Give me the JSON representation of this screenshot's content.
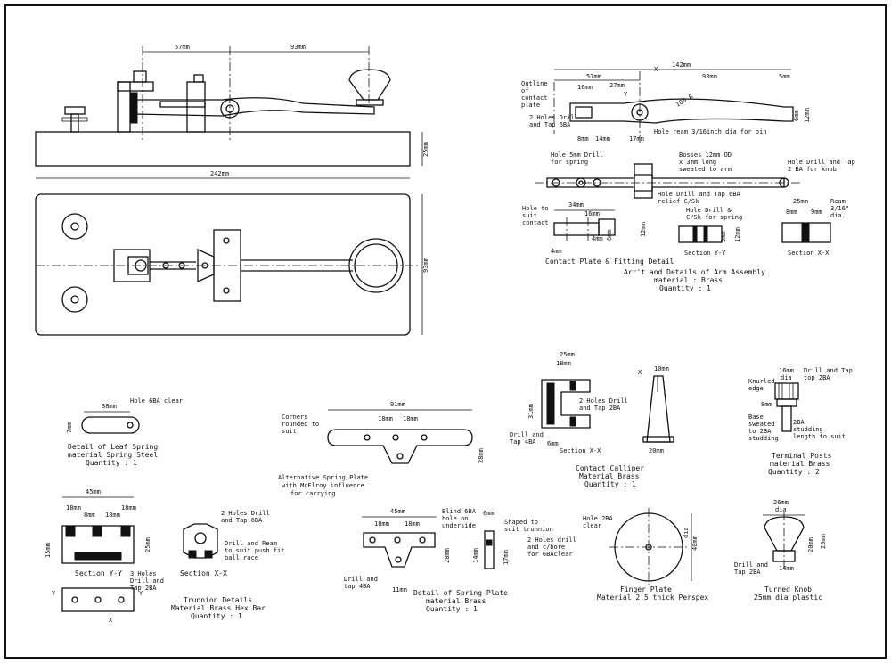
{
  "key_side_view": {
    "dim_left": "57mm",
    "dim_right": "93mm",
    "dim_height": "25mm"
  },
  "key_plan_view": {
    "dim_length": "242mm",
    "dim_width": "93mm"
  },
  "arm_assembly": {
    "dim_total": "142mm",
    "dim_a": "57mm",
    "dim_b": "93mm",
    "dim_c": "16mm",
    "dim_d": "27mm",
    "dim_e": "8mm",
    "dim_f": "14mm",
    "dim_g": "17mm",
    "dim_h": "5mm",
    "dim_i": "6mm",
    "dim_j": "12mm",
    "radius": "100 R",
    "outline_note": "Outline of contact plate",
    "holes_note": "2 Holes Drill and Tap 6BA",
    "ream_note": "Hole ream 3/16inch dia for pin",
    "spring_hole_note": "Hole 5mm Drill for spring",
    "bosses_note": "Bosses 12mm OD x 3mm long sweated to arm",
    "knob_hole_note": "Hole Drill and Tap 2 BA for knob",
    "relief_note": "Hole Drill and Tap 6BA relief C/Sk",
    "contact_hole_note": "Hole to suit contact",
    "dim_k": "34mm",
    "dim_l": "16mm",
    "dim_m": "4mm",
    "dim_n": "4mm",
    "dim_o": "6mm",
    "dim_p": "12mm",
    "drill_spring_note": "Hole Drill & C/Sk for spring",
    "dim_q": "3mm",
    "dim_r": "12mm",
    "dim_s": "25mm",
    "dim_t": "8mm",
    "dim_u": "9mm",
    "ream_dia": "Ream 3/16\" dia",
    "section_yy": "Section Y-Y",
    "section_xx": "Section X-X",
    "caption_contact": "Contact Plate & Fitting Detail",
    "caption_line1": "Arr't and Details of Arm Assembly",
    "caption_line2": "material : Brass",
    "caption_line3": "Quantity : 1",
    "x_mark": "X",
    "y_mark": "Y"
  },
  "leaf_spring": {
    "dim_len": "38mm",
    "dim_w": "7mm",
    "hole_note": "Hole 6BA clear",
    "caption_line1": "Detail of Leaf Spring",
    "caption_line2": "material Spring Steel",
    "caption_line3": "Quantity : 1"
  },
  "alt_spring_plate": {
    "dim_total": "91mm",
    "dim_a": "18mm",
    "dim_b": "18mm",
    "dim_h": "28mm",
    "corners_note": "Corners rounded to suit",
    "caption_line1": "Alternative Spring Plate",
    "caption_line2": "with McElroy influence",
    "caption_line3": "for carrying"
  },
  "contact_calliper": {
    "dim_a": "25mm",
    "dim_b": "18mm",
    "dim_h": "31mm",
    "dim_c": "6mm",
    "dim_d": "10mm",
    "dim_e": "20mm",
    "holes_note": "2 Holes Drill and Tap 2BA",
    "drill_note": "Drill and Tap 4BA",
    "section_xx": "Section X-X",
    "x_mark": "X",
    "caption_line1": "Contact Calliper",
    "caption_line2": "Material Brass",
    "caption_line3": "Quantity : 1"
  },
  "terminal_posts": {
    "dim_a": "16mm",
    "dim_dia": "dia",
    "dim_b": "8mm",
    "knurled_note": "Knurled edge",
    "drill_note": "Drill and Tap top 2BA",
    "base_note": "Base sweated to 2BA studding",
    "stud_note": "2BA studding length to suit",
    "caption_line1": "Terminal Posts",
    "caption_line2": "material Brass",
    "caption_line3": "Quantity : 2"
  },
  "trunnion": {
    "dim_total": "45mm",
    "dim_a": "18mm",
    "dim_b": "8mm",
    "dim_c": "18mm",
    "dim_d": "18mm",
    "dim_h": "15mm",
    "dim_side": "25mm",
    "section_yy": "Section Y-Y",
    "section_xx": "Section X-X",
    "holes_note": "2 Holes Drill and Tap 6BA",
    "ream_note": "Drill and Ream to suit push fit ball race",
    "drill_note": "3 Holes Drill and Tap 2BA",
    "caption_line1": "Trunnion Details",
    "caption_line2": "Material Brass Hex Bar",
    "caption_line3": "Quantity : 1",
    "x_mark": "X",
    "y_mark": "Y"
  },
  "spring_plate": {
    "dim_total": "45mm",
    "dim_a": "18mm",
    "dim_b": "18mm",
    "dim_h": "28mm",
    "dim_bottom": "11mm",
    "dim_side": "6mm",
    "dim_c": "14mm",
    "dim_d": "17mm",
    "blind_note": "Blind 6BA hole on underside",
    "shaped_note": "Shaped to suit trunnion",
    "holes_note": "2 Holes drill and c/bore for 6BAclear",
    "drill_note": "Drill and tap 4BA",
    "caption_line1": "Detail of Spring-Plate",
    "caption_line2": "material Brass",
    "caption_line3": "Quantity : 1"
  },
  "finger_plate": {
    "hole_note": "Hole 2BA clear",
    "dim_dia": "40mm",
    "dim_label": "dia",
    "caption_line1": "Finger Plate",
    "caption_line2": "Material 2.5 thick Perspex"
  },
  "turned_knob": {
    "dim_a": "26mm",
    "dim_dia": "dia",
    "dim_b": "20mm",
    "dim_c": "25mm",
    "dim_d": "14mm",
    "drill_note": "Drill and Tap 2BA",
    "caption_line1": "Turned Knob",
    "caption_line2": "25mm dia plastic"
  }
}
